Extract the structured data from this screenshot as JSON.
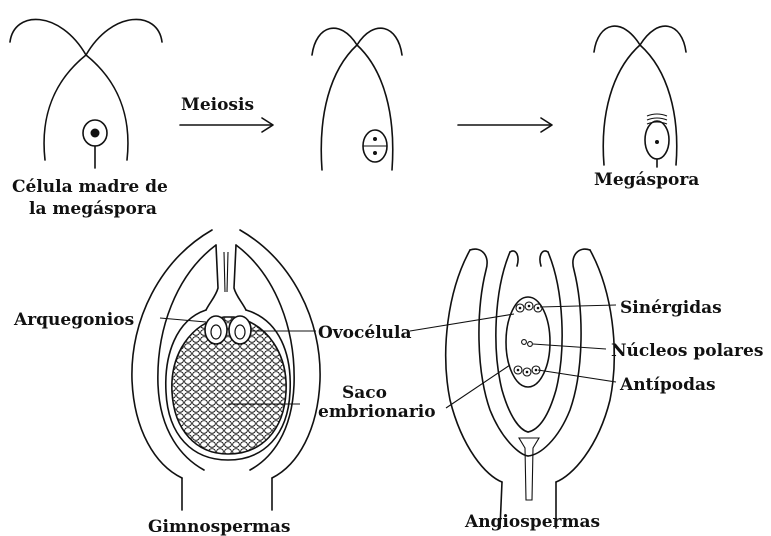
{
  "top_row": {
    "label_mother_cell_line1": "Célula madre de",
    "label_mother_cell_line2": "la megáspora",
    "label_meiosis": "Meiosis",
    "label_megaspore": "Megáspora"
  },
  "gymnosperm": {
    "label_archegonia": "Arquegonios",
    "label_title": "Gimnospermas"
  },
  "shared": {
    "label_egg_cell": "Ovocélula",
    "label_embryo_sac_line1": "Saco",
    "label_embryo_sac_line2": "embrionario"
  },
  "angiosperm": {
    "label_synergids": "Sinérgidas",
    "label_polar_nuclei": "Núcleos polares",
    "label_antipodals": "Antípodas",
    "label_title": "Angiospermas"
  }
}
